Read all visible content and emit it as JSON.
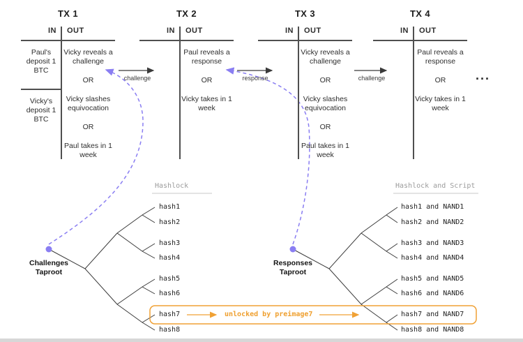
{
  "transactions": [
    {
      "title": "TX 1",
      "in_header": "IN",
      "out_header": "OUT",
      "inputs": [
        "Paul's deposit 1 BTC",
        "Vicky's deposit 1 BTC"
      ],
      "outputs": [
        "Vicky reveals a challenge",
        "OR",
        "Vicky slashes equivocation",
        "OR",
        "Paul takes in 1 week"
      ]
    },
    {
      "title": "TX 2",
      "in_header": "IN",
      "out_header": "OUT",
      "inputs": [],
      "outputs": [
        "Paul reveals a response",
        "OR",
        "Vicky takes in 1 week"
      ]
    },
    {
      "title": "TX 3",
      "in_header": "IN",
      "out_header": "OUT",
      "inputs": [],
      "outputs": [
        "Vicky reveals a challenge",
        "OR",
        "Vicky slashes equivocation",
        "OR",
        "Paul takes in 1 week"
      ]
    },
    {
      "title": "TX 4",
      "in_header": "IN",
      "out_header": "OUT",
      "inputs": [],
      "outputs": [
        "Paul reveals a response",
        "OR",
        "Vicky takes in 1 week"
      ]
    }
  ],
  "flow_arrows": [
    "challenge",
    "response",
    "challenge"
  ],
  "ellipsis": "...",
  "trees": [
    {
      "header": "Hashlock",
      "root_label": "Challenges Taproot",
      "leaves": [
        "hash1",
        "hash2",
        "hash3",
        "hash4",
        "hash5",
        "hash6",
        "hash7",
        "hash8"
      ]
    },
    {
      "header": "Hashlock and Script",
      "root_label": "Responses Taproot",
      "leaves": [
        "hash1 and NAND1",
        "hash2 and NAND2",
        "hash3 and NAND3",
        "hash4 and NAND4",
        "hash5 and NAND5",
        "hash6 and NAND6",
        "hash7 and NAND7",
        "hash8 and NAND8"
      ]
    }
  ],
  "highlight": {
    "label": "unlocked by preimage7"
  },
  "colors": {
    "purple": "#8a7ef2",
    "orange": "#f0a135",
    "line": "#4f4f4f",
    "text": "#2d2d2d",
    "muted": "#9b9b9b"
  }
}
